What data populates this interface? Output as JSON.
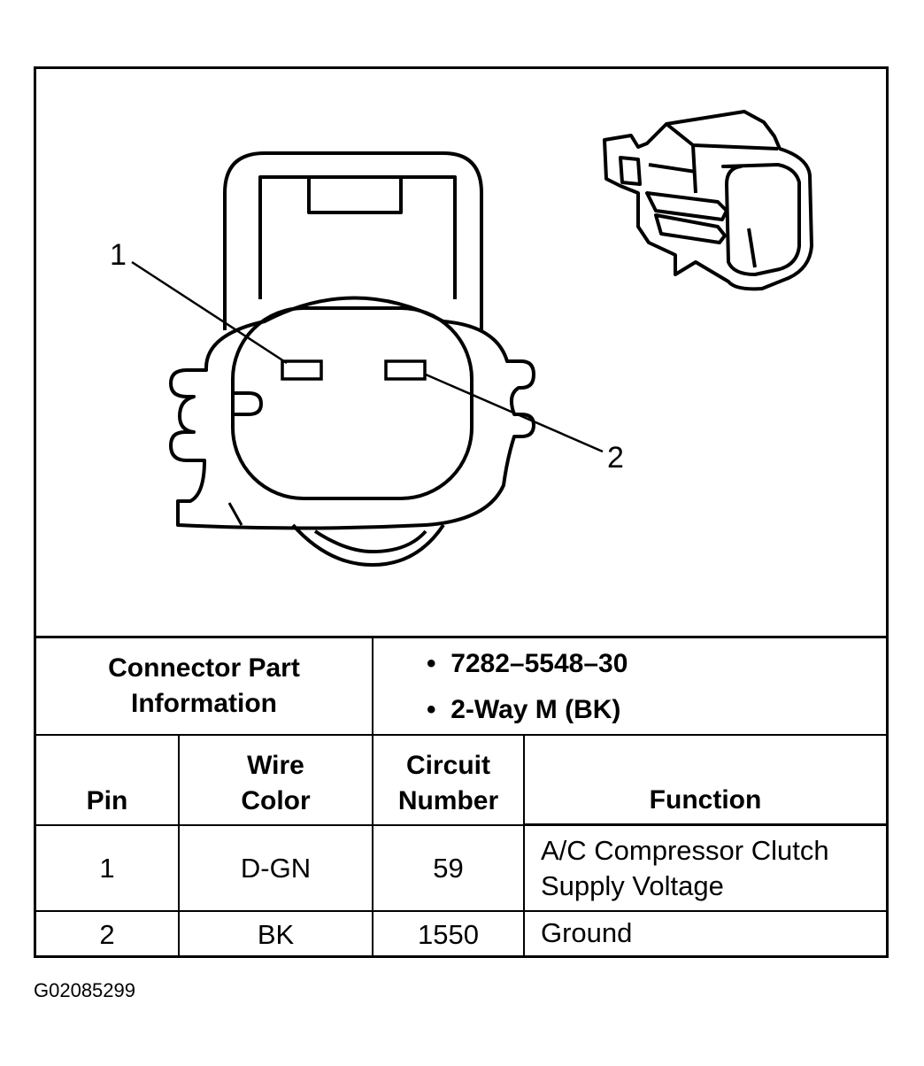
{
  "callouts": {
    "pin1": "1",
    "pin2": "2"
  },
  "connector_info": {
    "label": "Connector Part Information",
    "items": [
      "7282–5548–30",
      "2-Way M (BK)"
    ]
  },
  "table": {
    "headers": {
      "pin": "Pin",
      "wire_color": "Wire Color",
      "circuit_number": "Circuit Number",
      "function": "Function"
    },
    "rows": [
      {
        "pin": "1",
        "wire_color": "D-GN",
        "circuit_number": "59",
        "function": "A/C Compressor Clutch Supply Voltage"
      },
      {
        "pin": "2",
        "wire_color": "BK",
        "circuit_number": "1550",
        "function": "Ground"
      }
    ]
  },
  "figure_code": "G02085299"
}
